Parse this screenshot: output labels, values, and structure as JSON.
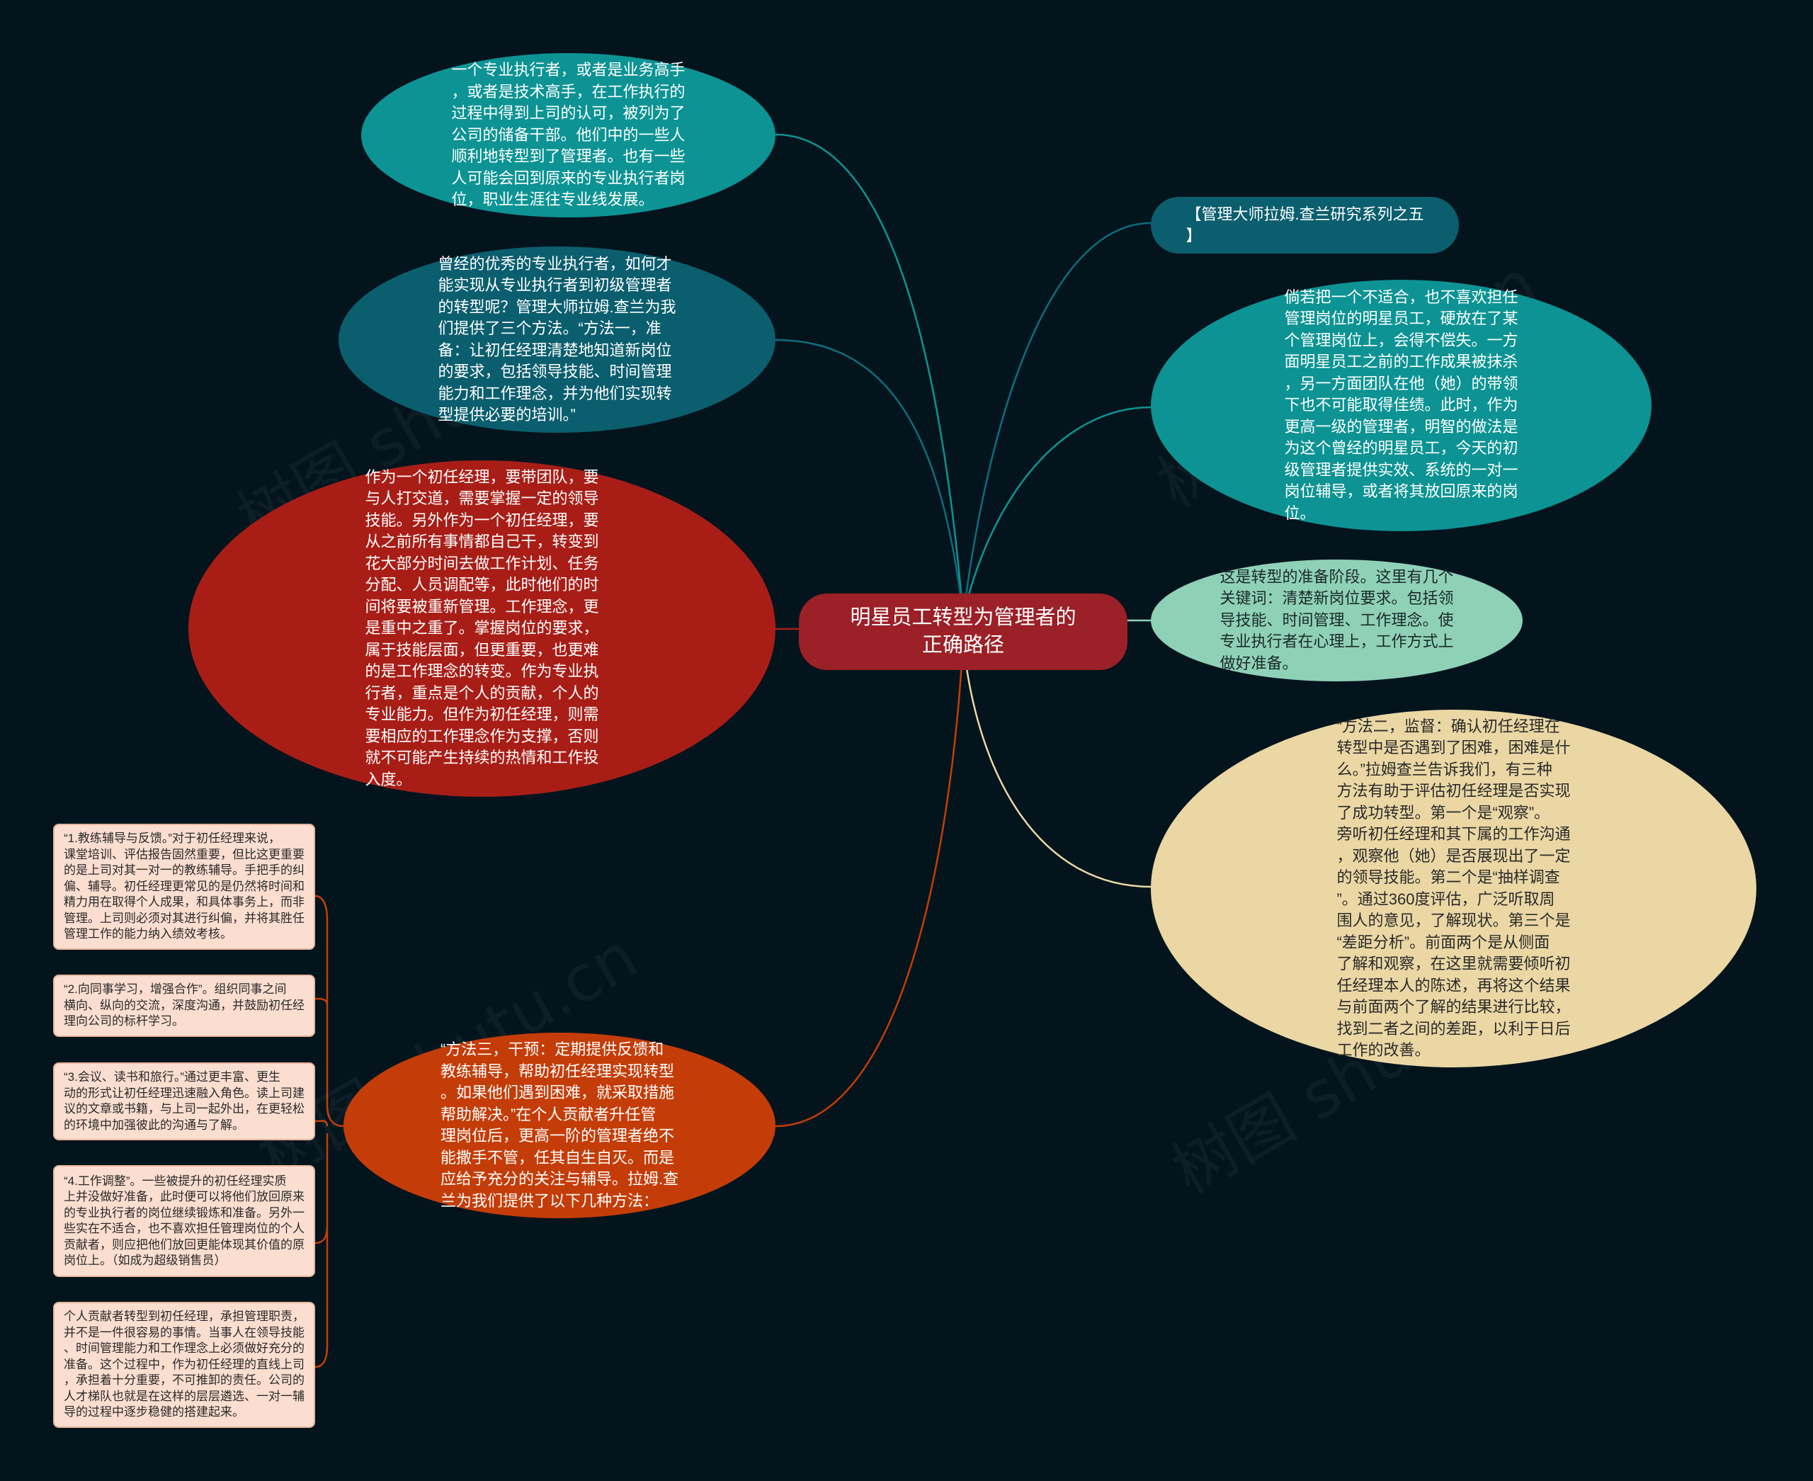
{
  "colors": {
    "background": "#04141d",
    "center": "#9c2027",
    "teal": "#0d9393",
    "dark_teal": "#0b5e6e",
    "red": "#a81e17",
    "cream": "#ead7a4",
    "mint": "#8fd1b7",
    "tag": "#0b5e6e",
    "orange": "#c43d08",
    "peach": "#fbded0"
  },
  "center": {
    "label": "明星员工转型为管理者的\n正确路径"
  },
  "nodes": {
    "top_left_teal": "一个专业执行者，或者是业务高手\n，或者是技术高手，在工作执行的\n过程中得到上司的认可，被列为了\n公司的储备干部。他们中的一些人\n顺利地转型到了管理者。也有一些\n人可能会回到原来的专业执行者岗\n位，职业生涯往专业线发展。",
    "left_dark_teal": "曾经的优秀的专业执行者，如何才\n能实现从专业执行者到初级管理者\n的转型呢？管理大师拉姆.查兰为我\n们提供了三个方法。“方法一，准\n备：让初任经理清楚地知道新岗位\n的要求，包括领导技能、时间管理\n能力和工作理念，并为他们实现转\n型提供必要的培训。”",
    "left_red": "作为一个初任经理，要带团队，要\n与人打交道，需要掌握一定的领导\n技能。另外作为一个初任经理，要\n从之前所有事情都自己干，转变到\n花大部分时间去做工作计划、任务\n分配、人员调配等，此时他们的时\n间将要被重新管理。工作理念，更\n是重中之重了。掌握岗位的要求，\n属于技能层面，但更重要，也更难\n的是工作理念的转变。作为专业执\n行者，重点是个人的贡献，个人的\n专业能力。但作为初任经理，则需\n要相应的工作理念作为支撑，否则\n就不可能产生持续的热情和工作投\n入度。",
    "bottom_orange": "“方法三，干预：定期提供反馈和\n教练辅导，帮助初任经理实现转型\n。如果他们遇到困难，就采取措施\n帮助解决。”在个人贡献者升任管\n理岗位后，更高一阶的管理者绝不\n能撒手不管，任其自生自灭。而是\n应给予充分的关注与辅导。拉姆.查\n兰为我们提供了以下几种方法：",
    "tag": "【管理大师拉姆.查兰研究系列之五\n】",
    "right_teal": "倘若把一个不适合，也不喜欢担任\n管理岗位的明星员工，硬放在了某\n个管理岗位上，会得不偿失。一方\n面明星员工之前的工作成果被抹杀\n，另一方面团队在他（她）的带领\n下也不可能取得佳绩。此时，作为\n更高一级的管理者，明智的做法是\n为这个曾经的明星员工，今天的初\n级管理者提供实效、系统的一对一\n岗位辅导，或者将其放回原来的岗\n位。",
    "right_mint": "这是转型的准备阶段。这里有几个\n关键词：清楚新岗位要求。包括领\n导技能、时间管理、工作理念。使\n专业执行者在心理上，工作方式上\n做好准备。",
    "right_cream": "“方法二，监督：确认初任经理在\n转型中是否遇到了困难，困难是什\n么。”拉姆查兰告诉我们，有三种\n方法有助于评估初任经理是否实现\n了成功转型。第一个是“观察”。\n旁听初任经理和其下属的工作沟通\n，观察他（她）是否展现出了一定\n的领导技能。第二个是“抽样调查\n”。通过360度评估，广泛听取周\n围人的意见，了解现状。第三个是\n“差距分析”。前面两个是从侧面\n了解和观察，在这里就需要倾听初\n任经理本人的陈述，再将这个结果\n与前面两个了解的结果进行比较，\n找到二者之间的差距，以利于日后\n工作的改善。"
  },
  "cards": [
    "“1.教练辅导与反馈。”对于初任经理来说，\n课堂培训、评估报告固然重要，但比这更重要\n的是上司对其一对一的教练辅导。手把手的纠\n偏、辅导。初任经理更常见的是仍然将时间和\n精力用在取得个人成果，和具体事务上，而非\n管理。上司则必须对其进行纠偏，并将其胜任\n管理工作的能力纳入绩效考核。",
    "“2.向同事学习，增强合作”。组织同事之间\n横向、纵向的交流，深度沟通，并鼓励初任经\n理向公司的标杆学习。",
    "“3.会议、读书和旅行。”通过更丰富、更生\n动的形式让初任经理迅速融入角色。读上司建\n议的文章或书籍，与上司一起外出，在更轻松\n的环境中加强彼此的沟通与了解。",
    "“4.工作调整”。一些被提升的初任经理实质\n上并没做好准备，此时便可以将他们放回原来\n的专业执行者的岗位继续锻炼和准备。另外一\n些实在不适合，也不喜欢担任管理岗位的个人\n贡献者，则应把他们放回更能体现其价值的原\n岗位上。（如成为超级销售员）",
    "个人贡献者转型到初任经理，承担管理职责，\n并不是一件很容易的事情。当事人在领导技能\n、时间管理能力和工作理念上必须做好充分的\n准备。这个过程中，作为初任经理的直线上司\n，承担着十分重要，不可推卸的责任。公司的\n人才梯队也就是在这样的层层遴选、一对一辅\n导的过程中逐步稳健的搭建起来。"
  ],
  "watermarks": [
    "树图 shutu.cn",
    "树图 shutu.cn",
    "树图 shutu.cn",
    "树图 shutu.cn"
  ]
}
